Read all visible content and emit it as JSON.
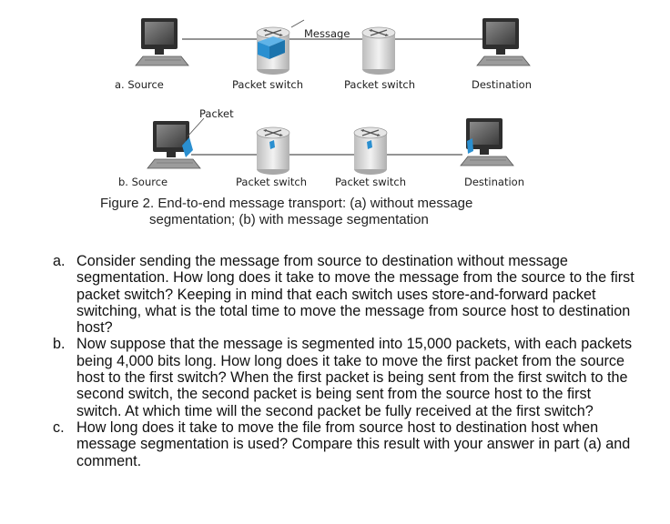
{
  "diagram": {
    "row_a": {
      "source_label": "a.  Source",
      "switch1_label": "Packet switch",
      "switch2_label": "Packet switch",
      "destination_label": "Destination",
      "message_label": "Message"
    },
    "row_b": {
      "source_label": "b.  Source",
      "switch1_label": "Packet switch",
      "switch2_label": "Packet switch",
      "destination_label": "Destination",
      "packet_label": "Packet"
    },
    "colors": {
      "message_blue": "#2a8fd0",
      "switch_gray": "#d9d9d9",
      "computer_dark": "#3a3a3a",
      "link_line": "#555555"
    }
  },
  "caption": {
    "line1": "Figure 2. End-to-end message transport: (a) without message",
    "line2": "segmentation;  (b) with message segmentation"
  },
  "questions": [
    {
      "marker": "a.",
      "text": "Consider sending the message from source to destination without message segmentation. How long does it take to move the message from the source to the first packet switch? Keeping in mind that each switch uses store-and-forward packet switching, what is the total time to move the message from source host to destination host?"
    },
    {
      "marker": "b.",
      "text": "Now suppose that the message is segmented into 15,000 packets, with each packets being 4,000 bits long. How long does it take to move the first packet from the source host to the first switch? When the first packet is being sent from the first switch to the second switch, the second packet is being sent from the source host to the first switch. At which time will the second packet be fully received at the first switch?"
    },
    {
      "marker": "c.",
      "text": "How long does it take to move the file from source host to destination host when message segmentation is used? Compare this result with your answer in part (a) and comment."
    }
  ]
}
